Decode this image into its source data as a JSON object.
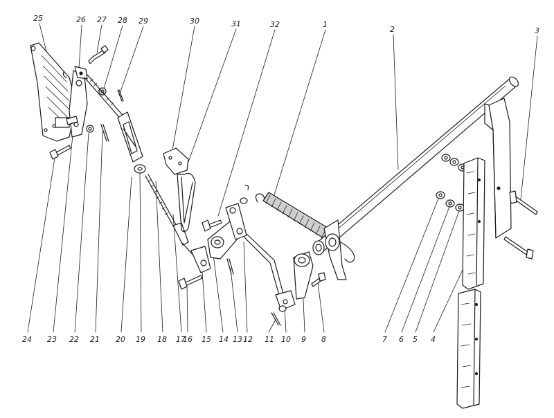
{
  "figure": {
    "labels": [
      {
        "id": "25",
        "text": "25"
      },
      {
        "id": "26",
        "text": "26"
      },
      {
        "id": "27",
        "text": "27"
      },
      {
        "id": "28",
        "text": "28"
      },
      {
        "id": "29",
        "text": "29"
      },
      {
        "id": "30",
        "text": "30"
      },
      {
        "id": "31",
        "text": "31"
      },
      {
        "id": "32",
        "text": "32"
      },
      {
        "id": "1",
        "text": "1"
      },
      {
        "id": "2",
        "text": "2"
      },
      {
        "id": "3",
        "text": "3"
      },
      {
        "id": "24",
        "text": "24"
      },
      {
        "id": "23",
        "text": "23"
      },
      {
        "id": "22",
        "text": "22"
      },
      {
        "id": "21",
        "text": "21"
      },
      {
        "id": "20",
        "text": "20"
      },
      {
        "id": "19",
        "text": "19"
      },
      {
        "id": "18",
        "text": "18"
      },
      {
        "id": "17",
        "text": "17"
      },
      {
        "id": "16",
        "text": "16"
      },
      {
        "id": "15",
        "text": "15"
      },
      {
        "id": "14",
        "text": "14"
      },
      {
        "id": "13",
        "text": "13"
      },
      {
        "id": "12",
        "text": "12"
      },
      {
        "id": "11",
        "text": "11"
      },
      {
        "id": "10",
        "text": "10"
      },
      {
        "id": "9",
        "text": "9"
      },
      {
        "id": "8",
        "text": "8"
      },
      {
        "id": "7",
        "text": "7"
      },
      {
        "id": "6",
        "text": "6"
      },
      {
        "id": "5",
        "text": "5"
      },
      {
        "id": "4",
        "text": "4"
      }
    ]
  }
}
